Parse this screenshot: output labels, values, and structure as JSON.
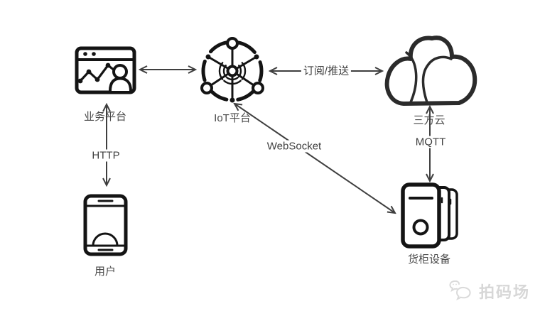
{
  "background": "#ffffff",
  "colors": {
    "icon_stroke": "#141414",
    "arrow": "#3f3f3f",
    "node_label_text": "#4a4a4a",
    "edge_label_text": "#3f3f3f",
    "watermark_text_color": "#d7d7d7"
  },
  "nodes": {
    "business_platform": {
      "label": "业务平台",
      "icon": "browser-dashboard-icon"
    },
    "iot_platform": {
      "label": "IoT平台",
      "icon": "iot-hub-icon"
    },
    "third_party_cloud": {
      "label": "三方云",
      "icon": "cloud-icon"
    },
    "user": {
      "label": "用户",
      "icon": "smartphone-icon"
    },
    "cabinet_device": {
      "label": "货柜设备",
      "icon": "cabinet-server-icon"
    }
  },
  "edges": {
    "business_iot": {
      "label": "",
      "type": "bidirectional-arrow"
    },
    "iot_cloud": {
      "label": "订阅/推送",
      "type": "bidirectional-arrow"
    },
    "business_user": {
      "label": "HTTP",
      "type": "bidirectional-arrow"
    },
    "cloud_device": {
      "label": "MQTT",
      "type": "bidirectional-arrow"
    },
    "iot_device": {
      "label": "WebSocket",
      "type": "bidirectional-arrow"
    }
  },
  "watermark": {
    "text": "拍码场",
    "icon": "chat-bubbles-icon"
  }
}
